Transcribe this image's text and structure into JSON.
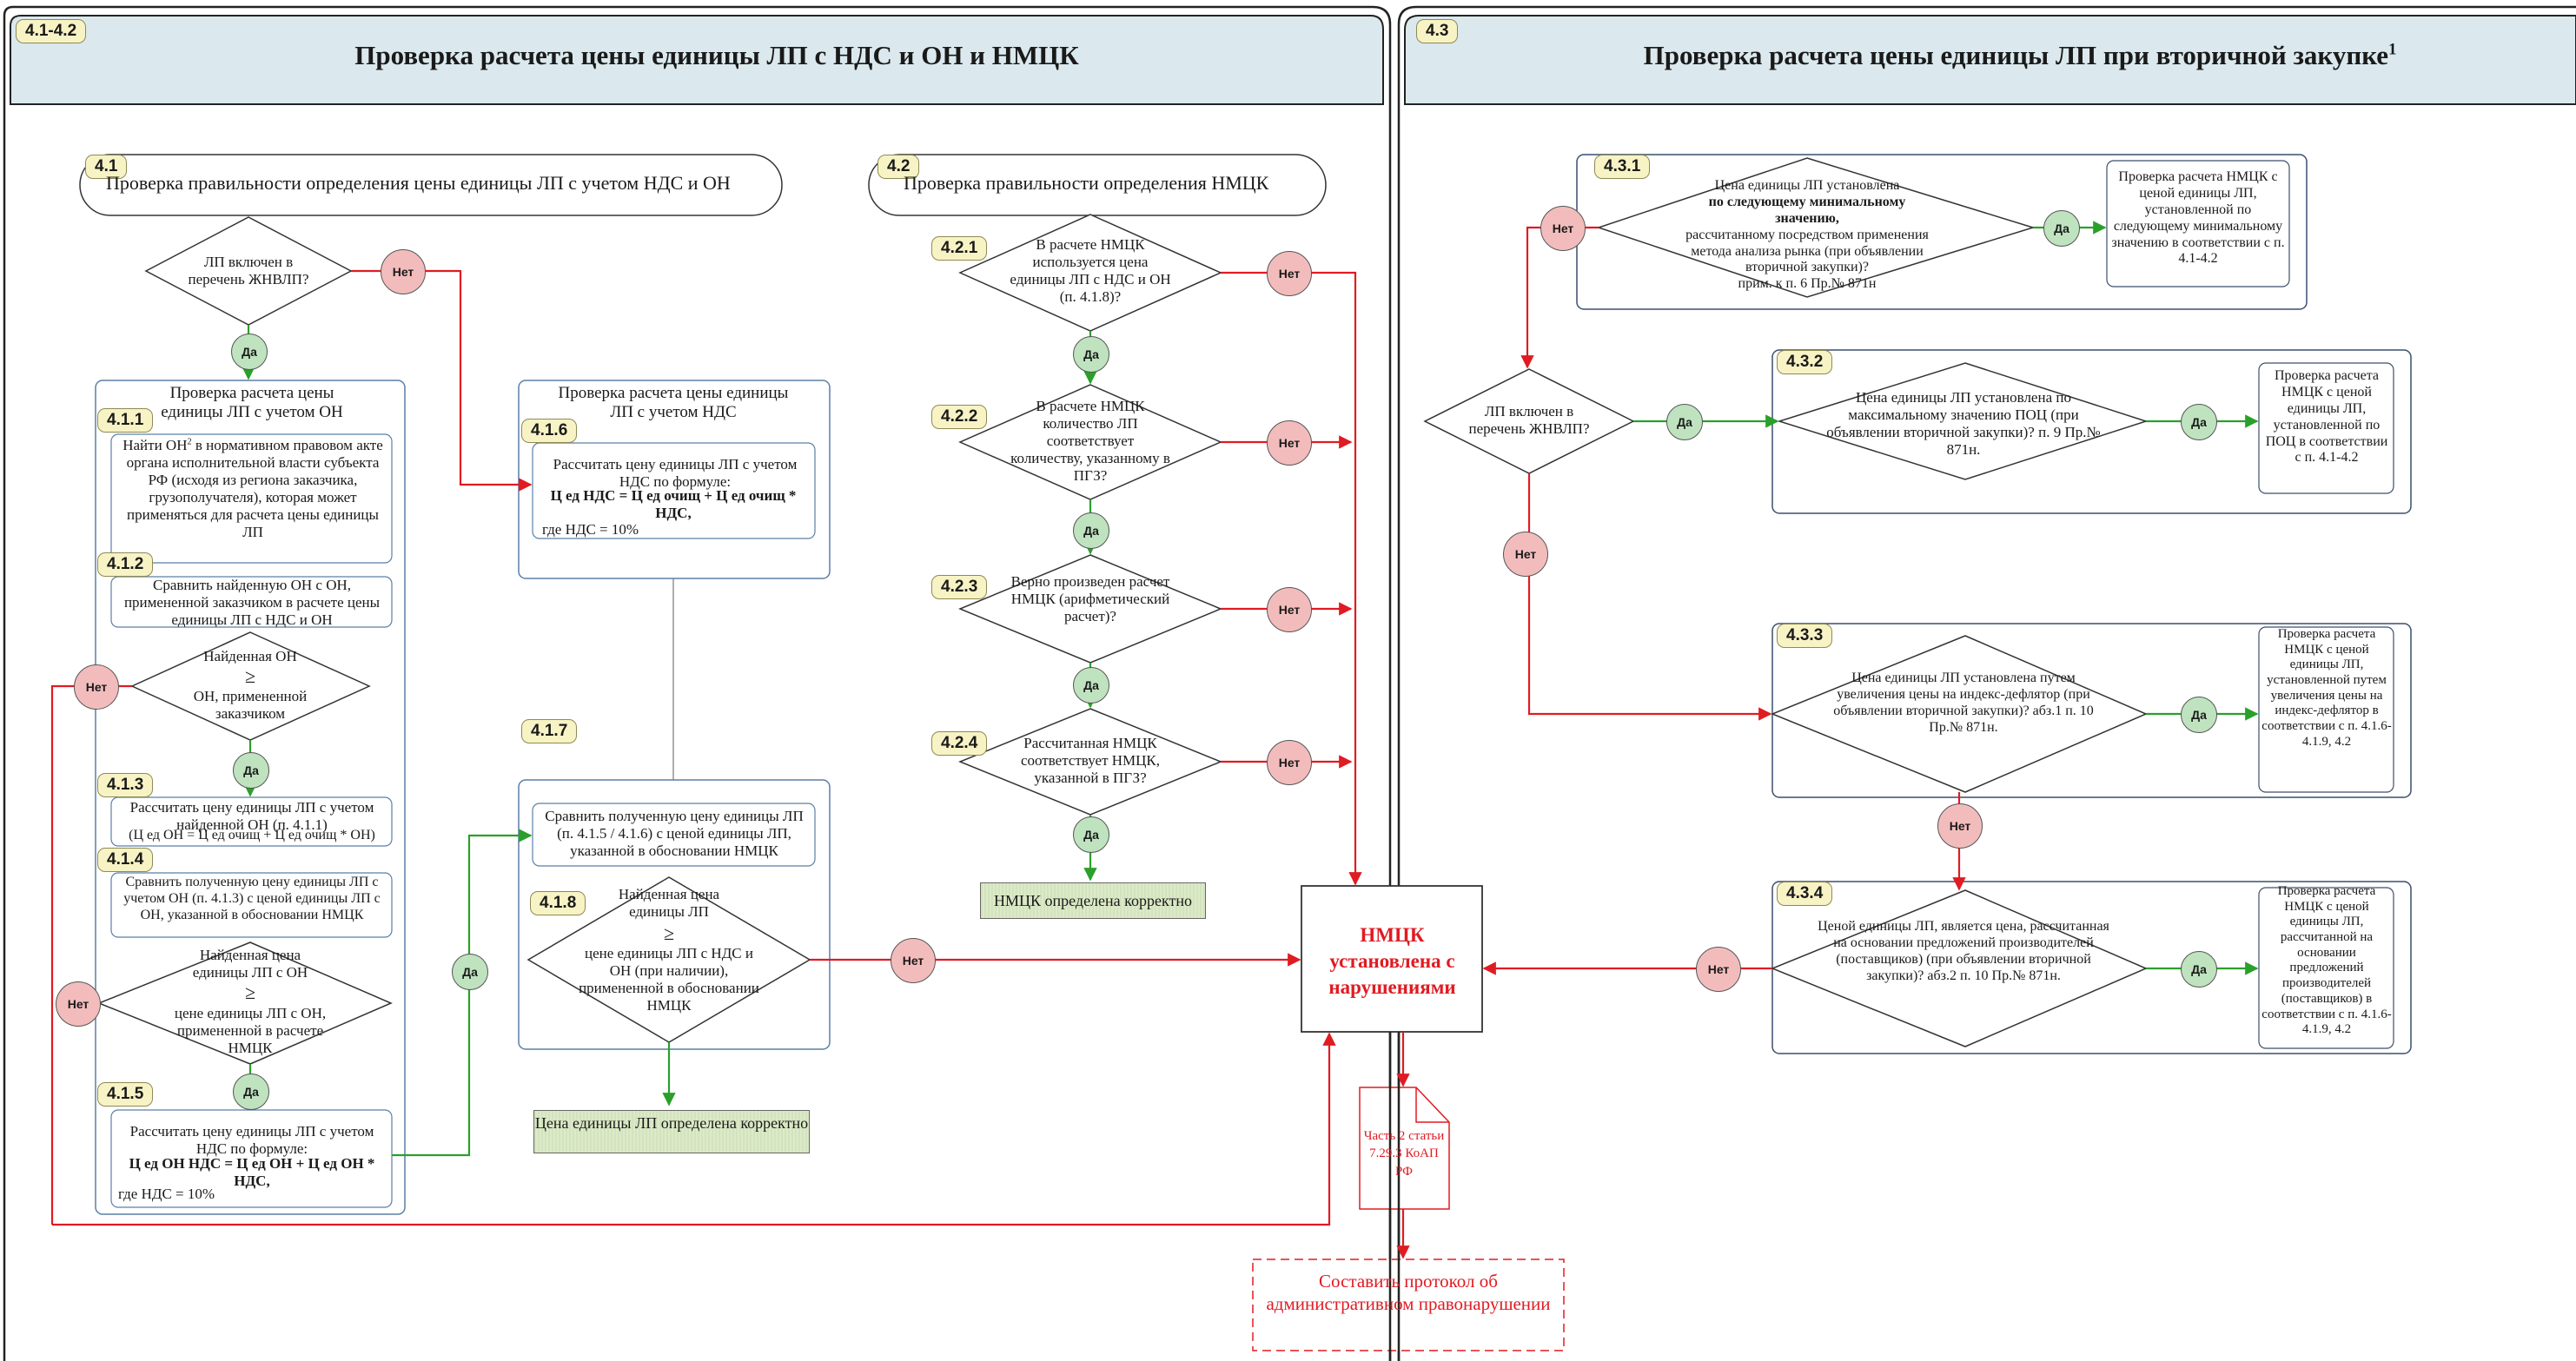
{
  "headers": {
    "left_tag": "4.1-4.2",
    "left_title": "Проверка расчета цены единицы ЛП с НДС и ОН и НМЦК",
    "right_tag": "4.3",
    "right_title": "Проверка расчета цены единицы ЛП при вторичной закупке",
    "right_title_sup": "1"
  },
  "section_41": {
    "tag": "4.1",
    "title": "Проверка правильности определения цены единицы ЛП с учетом НДС и ОН",
    "decision_zhnvlp": "ЛП включен в перечень ЖНВЛП?",
    "on_group_title": "Проверка расчета цены единицы ЛП с учетом ОН",
    "nds_group_title": "Проверка расчета цены единицы ЛП с учетом НДС",
    "s411_tag": "4.1.1",
    "s411_text_a": "Найти ОН",
    "s411_text_sup": "2",
    "s411_text_b": " в нормативном правовом акте органа исполнительной власти субъекта РФ (исходя из региона заказчика, грузополучателя), которая может применяться для расчета цены единицы ЛП",
    "s412_tag": "4.1.2",
    "s412_text": "Сравнить найденную ОН с ОН, примененной заказчиком в расчете цены единицы ЛП с НДС и ОН",
    "s412_decision_1": "Найденная ОН",
    "s412_decision_ge": "≥",
    "s412_decision_2": "ОН, примененной заказчиком",
    "s413_tag": "4.1.3",
    "s413_text": "Рассчитать цену единицы ЛП с учетом найденной ОН (п. 4.1.1)",
    "s413_formula": "(Ц ед ОН = Ц ед очищ + Ц ед очищ * ОН)",
    "s414_tag": "4.1.4",
    "s414_text": "Сравнить полученную цену единицы ЛП с учетом ОН (п. 4.1.3) с ценой единицы ЛП с ОН, указанной в обосновании НМЦК",
    "s414_decision_1": "Найденная цена единицы ЛП с ОН",
    "s414_decision_ge": "≥",
    "s414_decision_2": "цене единицы ЛП с ОН, примененной в расчете НМЦК",
    "s415_tag": "4.1.5",
    "s415_text": "Рассчитать цену единицы ЛП с учетом НДС по формуле:",
    "s415_formula": "Ц ед ОН НДС = Ц ед ОН + Ц ед ОН * НДС,",
    "s415_nds": "где  НДС = 10%",
    "s416_tag": "4.1.6",
    "s416_text": "Рассчитать цену единицы ЛП с учетом НДС по формуле:",
    "s416_formula": "Ц ед НДС = Ц ед очищ + Ц ед очищ * НДС,",
    "s416_nds": "где  НДС = 10%",
    "s417_tag": "4.1.7",
    "s417_text": "Сравнить полученную цену единицы ЛП (п. 4.1.5 / 4.1.6) с ценой единицы ЛП, указанной в обосновании НМЦК",
    "s418_tag": "4.1.8",
    "s418_decision_1": "Найденная цена единицы ЛП",
    "s418_decision_ge": "≥",
    "s418_decision_2": "цене единицы ЛП с НДС и ОН (при наличии), примененной в обосновании НМЦК",
    "result_price_ok": "Цена единицы ЛП определена корректно"
  },
  "section_42": {
    "tag": "4.2",
    "title": "Проверка правильности определения НМЦК",
    "s421_tag": "4.2.1",
    "s421_text": "В расчете НМЦК используется цена единицы ЛП с НДС и ОН (п. 4.1.8)?",
    "s422_tag": "4.2.2",
    "s422_text": "В расчете НМЦК количество ЛП соответствует количеству, указанному в ПГЗ?",
    "s423_tag": "4.2.3",
    "s423_text": "Верно произведен расчет НМЦК (арифметический расчет)?",
    "s424_tag": "4.2.4",
    "s424_text": "Рассчитанная НМЦК соответствует НМЦК, указанной в ПГЗ?",
    "result_nmck_ok": "НМЦК определена корректно"
  },
  "section_43": {
    "decision_zhnvlp": "ЛП включен в перечень ЖНВЛП?",
    "s431_tag": "4.3.1",
    "s431_text_1": "Цена единицы ЛП установлена",
    "s431_text_bold": "по следующему минимальному значению,",
    "s431_text_2": "рассчитанному посредством применения метода анализа рынка (при объявлении вторичной закупки)?",
    "s431_text_3": "прим. к п. 6 Пр.№ 871н",
    "s431_result": "Проверка расчета НМЦК с ценой единицы ЛП, установленной по следующему минимальному значению в соответствии с п. 4.1-4.2",
    "s432_tag": "4.3.2",
    "s432_text": "Цена единицы ЛП установлена по максимальному значению ПОЦ (при объявлении вторичной закупки)? п. 9 Пр.№ 871н.",
    "s432_result": "Проверка расчета НМЦК с ценой единицы ЛП, установленной по ПОЦ в соответствии с п. 4.1-4.2",
    "s433_tag": "4.3.3",
    "s433_text": "Цена единицы ЛП установлена путем увеличения цены на индекс-дефлятор (при объявлении вторичной закупки)? абз.1 п. 10 Пр.№ 871н.",
    "s433_result": "Проверка расчета НМЦК с ценой единицы ЛП, установленной путем увеличения цены на индекс-дефлятор в соответствии с п. 4.1.6-4.1.9, 4.2",
    "s434_tag": "4.3.4",
    "s434_text": "Ценой единицы ЛП, является цена, рассчитанная на основании предложений производителей (поставщиков) (при объявлении вторичной закупки)? абз.2 п. 10 Пр.№ 871н.",
    "s434_result": "Проверка расчета НМЦК с ценой единицы ЛП, рассчитанной на основании предложений производителей (поставщиков) в соответствии с п. 4.1.6-4.1.9, 4.2"
  },
  "center": {
    "violation_box": "НМЦК установлена с нарушениями",
    "note": "Часть 2 статьи 7.29.3 КоАП РФ",
    "protocol": "Составить протокол об административном правонарушении"
  },
  "labels": {
    "no": "Нет",
    "yes": "Да"
  },
  "colors": {
    "red": "#e01b22",
    "green": "#2aa02a",
    "header_fill": "#dbe9ee",
    "tag_fill": "#f8f3c4",
    "no_fill": "#f3bcbc",
    "yes_fill": "#bfe3bf"
  }
}
